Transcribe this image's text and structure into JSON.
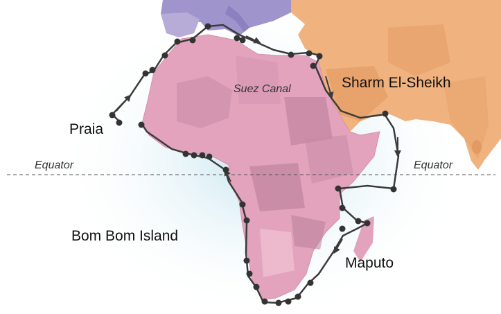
{
  "labels": {
    "praia": "Praia",
    "sharm": "Sharm El-Sheikh",
    "bombom": "Bom Bom Island",
    "maputo": "Maputo",
    "suez": "Suez Canal",
    "equator_left": "Equator",
    "equator_right": "Equator"
  },
  "colors": {
    "africa": "#e3a3bd",
    "africa_dark": "#b97f9a",
    "middle_east": "#f0b27e",
    "middle_east_dark": "#e39a62",
    "europe": "#9f94cc",
    "route": "#3b3b3b",
    "stop": "#333333",
    "equator": "#555555"
  },
  "icons": {
    "stop": "stop-marker-icon",
    "direction": "route-arrow-icon"
  }
}
